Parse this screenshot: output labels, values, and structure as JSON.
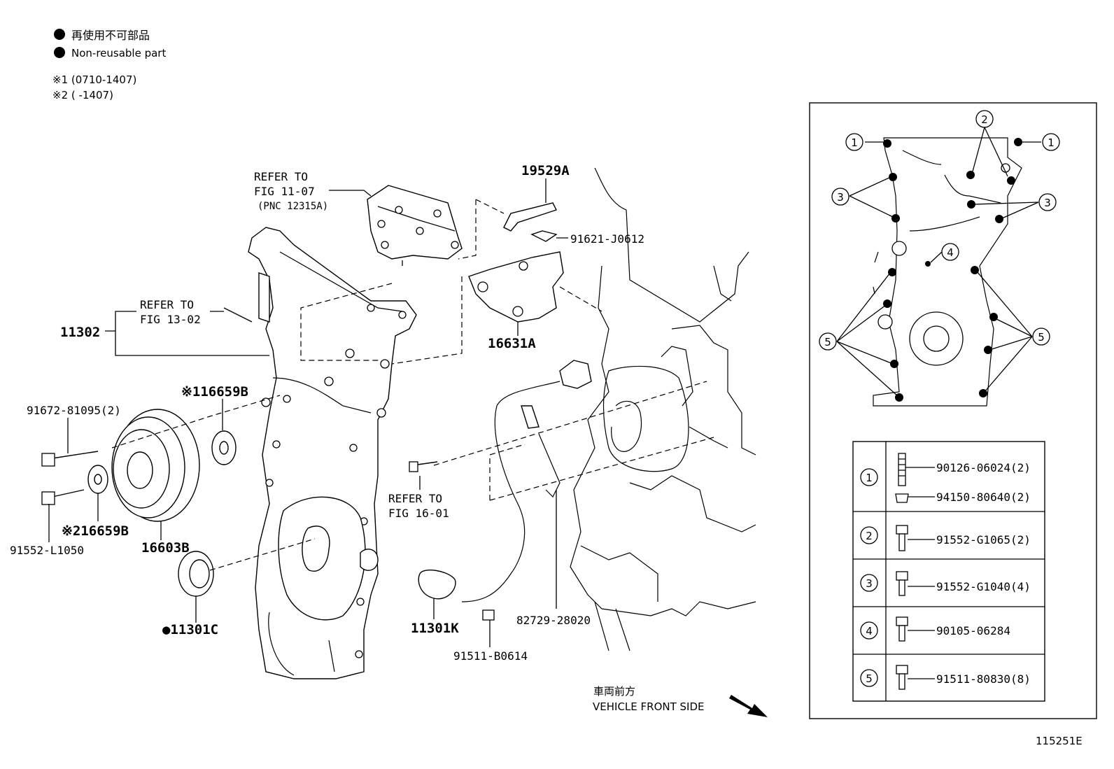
{
  "legend": {
    "bullet_jp": "再使用不可部品",
    "bullet_en": "Non-reusable part",
    "note1": "※1 (0710-1407)",
    "note2": "※2 (      -1407)"
  },
  "refs": {
    "fig1107_a": "REFER TO",
    "fig1107_b": "FIG 11-07",
    "fig1107_c": "(PNC 12315A)",
    "fig1302_a": "REFER TO",
    "fig1302_b": "FIG 13-02",
    "fig1601_a": "REFER TO",
    "fig1601_b": "FIG 16-01"
  },
  "parts": {
    "p11302": "11302",
    "p19529A": "19529A",
    "p91621": "91621-J0612",
    "p16631A": "16631A",
    "p16659B_1": "※116659B",
    "p91672": "91672-81095(2)",
    "p91552L": "91552-L1050",
    "p16659B_2": "※216659B",
    "p16603B": "16603B",
    "p11301C": "●11301C",
    "p11301K": "11301K",
    "p91511B": "91511-B0614",
    "p82729": "82729-28020"
  },
  "direction": {
    "jp": "車両前方",
    "en": "VEHICLE FRONT SIDE"
  },
  "figure_id": "115251E",
  "inset": {
    "callouts": [
      "1",
      "2",
      "3",
      "4",
      "5"
    ],
    "table": [
      {
        "num": "1",
        "items": [
          "90126-06024(2)",
          "94150-80640(2)"
        ]
      },
      {
        "num": "2",
        "items": [
          "91552-G1065(2)"
        ]
      },
      {
        "num": "3",
        "items": [
          "91552-G1040(4)"
        ]
      },
      {
        "num": "4",
        "items": [
          "90105-06284"
        ]
      },
      {
        "num": "5",
        "items": [
          "91511-80830(8)"
        ]
      }
    ]
  }
}
